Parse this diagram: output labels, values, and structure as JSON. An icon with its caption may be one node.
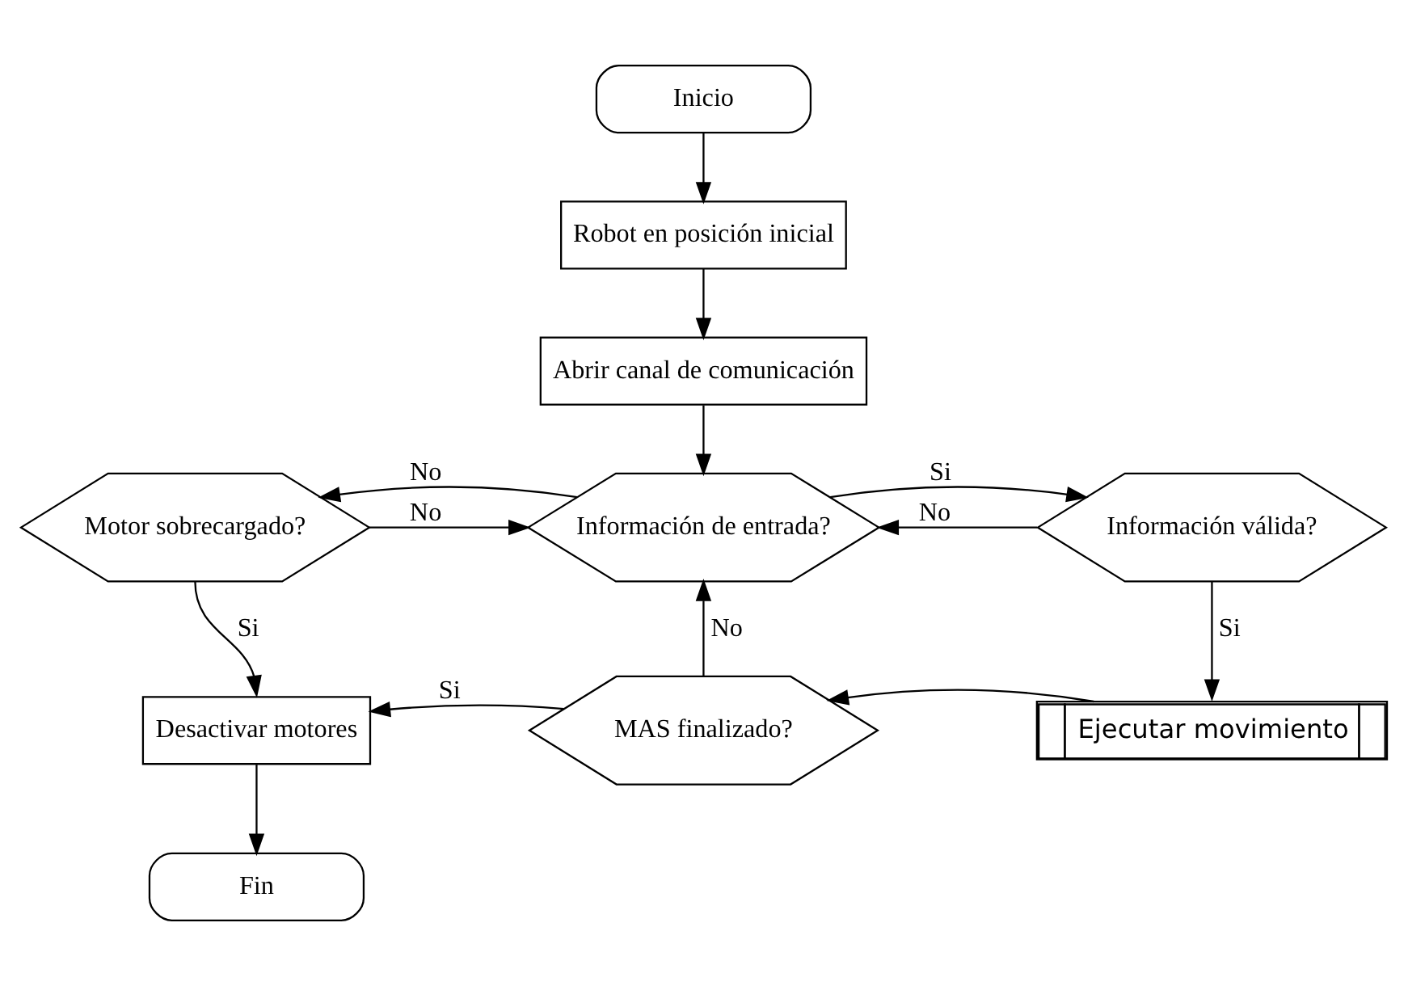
{
  "diagram": {
    "nodes": [
      {
        "text": [
          "Inicio"
        ]
      },
      {
        "text": [
          "Robot en posición inicial"
        ]
      },
      {
        "text": [
          "Abrir canal de comunicación"
        ]
      },
      {
        "text": [
          "Motor sobrecargado?"
        ]
      },
      {
        "text": [
          "Información de entrada?"
        ]
      },
      {
        "text": [
          "Información válida?"
        ]
      },
      {
        "text": [
          "Desactivar motores"
        ]
      },
      {
        "text": [
          "MAS finalizado?"
        ]
      },
      {
        "text": [
          "Ejecutar movimiento"
        ]
      },
      {
        "text": [
          "Fin"
        ]
      }
    ],
    "edges": [
      {
        "from": 0,
        "to": 1,
        "arrow": "to"
      },
      {
        "from": 1,
        "to": 2,
        "arrow": "to"
      },
      {
        "from": 2,
        "to": 4,
        "arrow": "to"
      },
      {
        "from": 3,
        "to": 4,
        "arrow": "to",
        "label": "No"
      },
      {
        "from": 5,
        "to": 4,
        "arrow": "to",
        "label": "No"
      },
      {
        "from": 4,
        "to": 3,
        "arrow": "to",
        "label": "No"
      },
      {
        "from": 4,
        "to": 5,
        "arrow": "to",
        "label": "Si"
      },
      {
        "from": 3,
        "to": 6,
        "arrow": "to",
        "label": "Si"
      },
      {
        "from": 5,
        "to": 8,
        "arrow": "to",
        "label": "Si"
      },
      {
        "from": 8,
        "to": 7,
        "arrow": "to"
      },
      {
        "from": 7,
        "to": 6,
        "arrow": "to",
        "label": "Si"
      },
      {
        "from": 7,
        "to": 4,
        "arrow": "to",
        "label": "No"
      },
      {
        "from": 6,
        "to": 9,
        "arrow": "to"
      }
    ]
  }
}
